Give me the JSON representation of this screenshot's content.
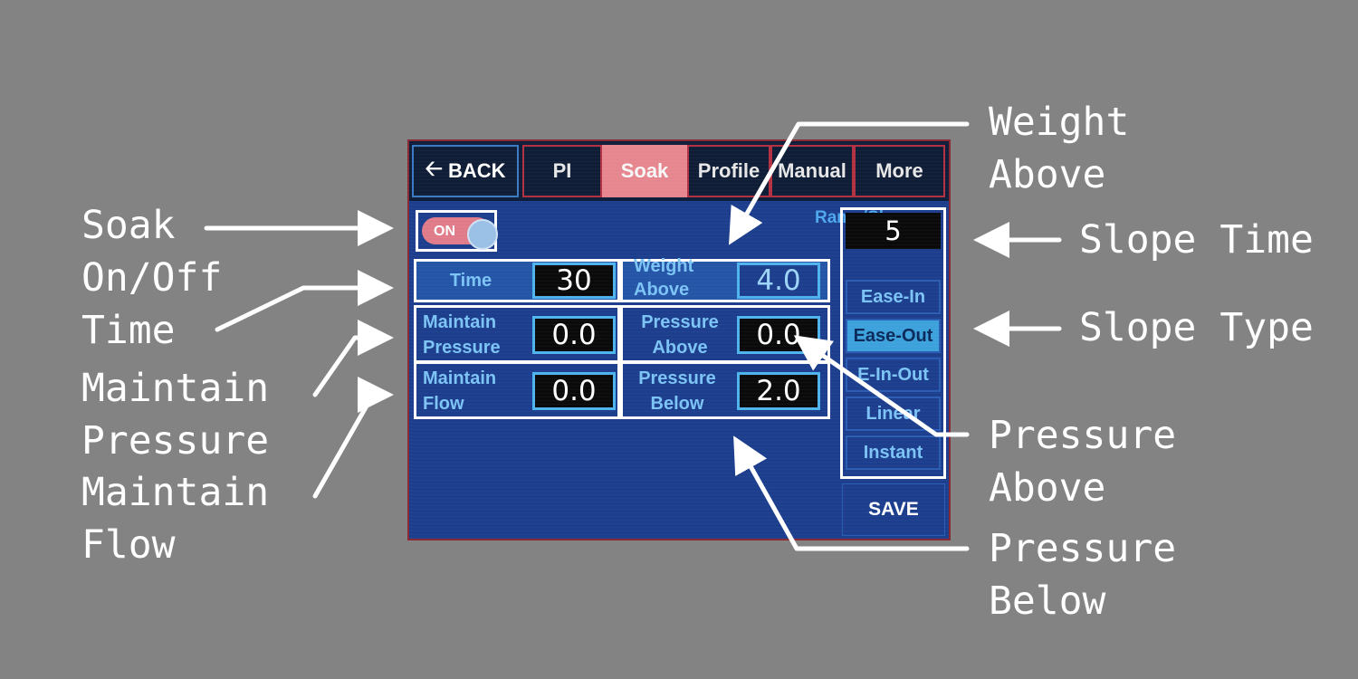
{
  "tabs": {
    "back": "BACK",
    "pi": "PI",
    "soak": "Soak",
    "profile": "Profile",
    "manual": "Manual",
    "more": "More"
  },
  "toggle": {
    "label": "ON",
    "state": "on"
  },
  "ramp": {
    "title": "Ramp/Slope",
    "slope_time": "5",
    "types": [
      "Ease-In",
      "Ease-Out",
      "E-In-Out",
      "Linear",
      "Instant"
    ],
    "selected": "Ease-Out"
  },
  "fields": {
    "time": {
      "label": "Time",
      "value": "30"
    },
    "weight_above": {
      "label": "Weight Above",
      "value": "4.0"
    },
    "maintain_pressure": {
      "label": "Maintain Pressure",
      "value": "0.0"
    },
    "pressure_above": {
      "label": "Pressure Above",
      "value": "0.0"
    },
    "maintain_flow": {
      "label": "Maintain Flow",
      "value": "0.0"
    },
    "pressure_below": {
      "label": "Pressure Below",
      "value": "2.0"
    }
  },
  "save_label": "SAVE",
  "annotations": {
    "soak_onoff": "Soak\nOn/Off",
    "time": "Time",
    "maintain_pressure": "Maintain\nPressure",
    "maintain_flow": "Maintain\nFlow",
    "weight_above": "Weight\nAbove",
    "slope_time": "Slope Time",
    "slope_type": "Slope Type",
    "pressure_above": "Pressure\nAbove",
    "pressure_below": "Pressure\nBelow"
  },
  "colors": {
    "background": "#838383",
    "screen_bg": "#1c3e8c",
    "active_tab": "#e6878f",
    "field_label": "#7cc3f6",
    "field_border": "#4fb4ee",
    "accent": "#3da1dc"
  }
}
